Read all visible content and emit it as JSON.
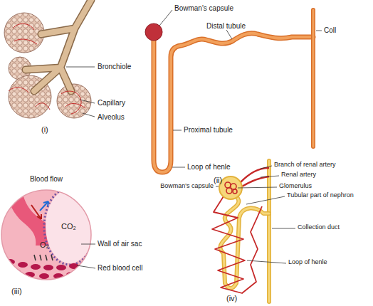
{
  "diagram": {
    "labels": [
      "Bowman's capsule",
      "Distal tubule",
      "Coll",
      "Bronchiole",
      "Proximal tubule",
      "Capillary",
      "Alveolus",
      "(i)",
      "Loop of henle",
      "(ii)",
      "Blood flow",
      "Branch of renal artery",
      "Renal artery",
      "Bowman's capsule",
      "Glomerulus",
      "Tubular part of nephron",
      "CO₂",
      "Wall of air sac",
      "O₂",
      "Collection duct",
      "Red blood cell",
      "Loop of henle",
      "(iii)",
      "(iv)"
    ]
  }
}
